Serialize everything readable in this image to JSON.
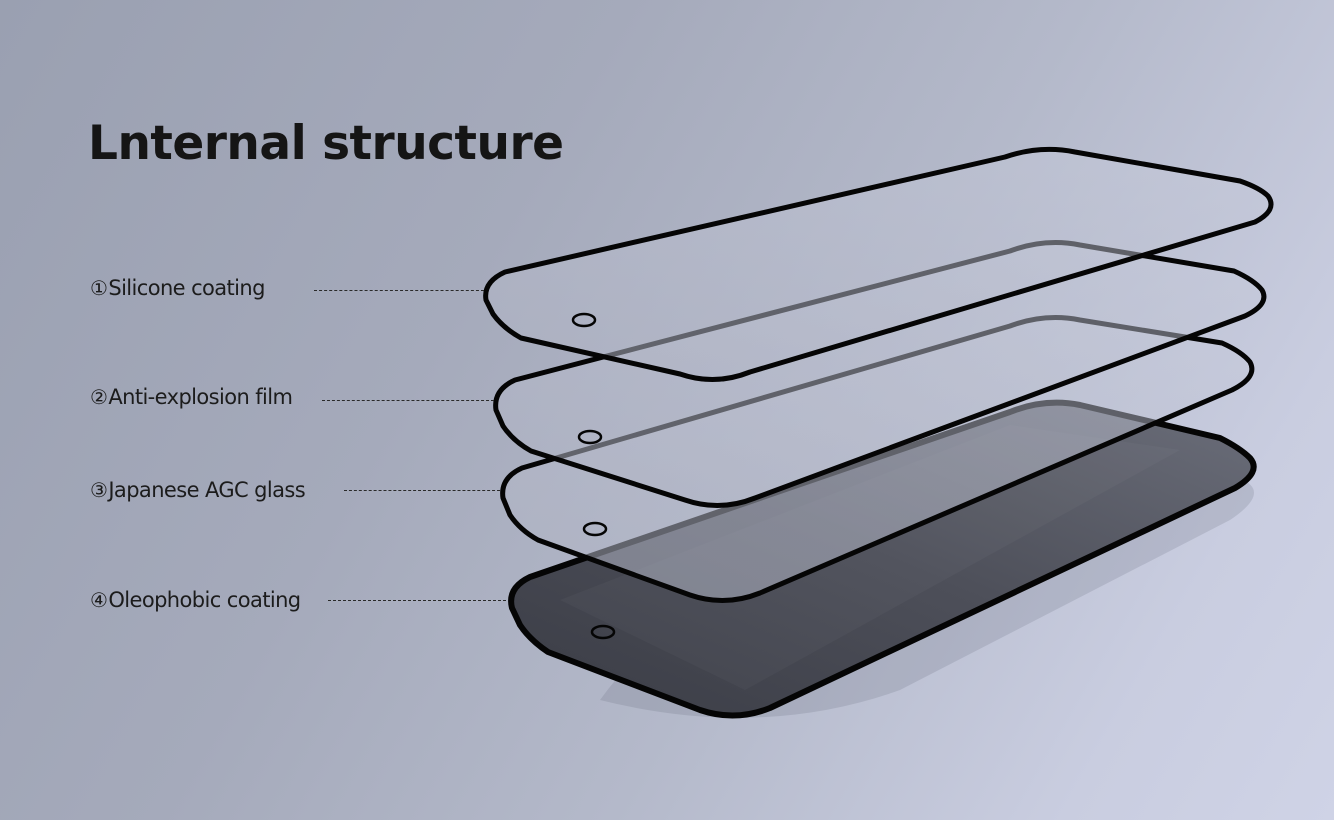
{
  "title": "Lnternal structure",
  "layers": [
    {
      "number": "①",
      "label": "Silicone coating",
      "icon": "glass-layer-icon"
    },
    {
      "number": "②",
      "label": "Anti-explosion film",
      "icon": "glass-layer-icon"
    },
    {
      "number": "③",
      "label": "Japanese AGC glass",
      "icon": "glass-layer-icon"
    },
    {
      "number": "④",
      "label": "Oleophobic coating",
      "icon": "glass-layer-icon"
    }
  ],
  "colors": {
    "text": "#151515",
    "frame": "#0a0a0a",
    "clear_fill": "#b9bdcc",
    "dark_fill": "#4a4c55"
  }
}
